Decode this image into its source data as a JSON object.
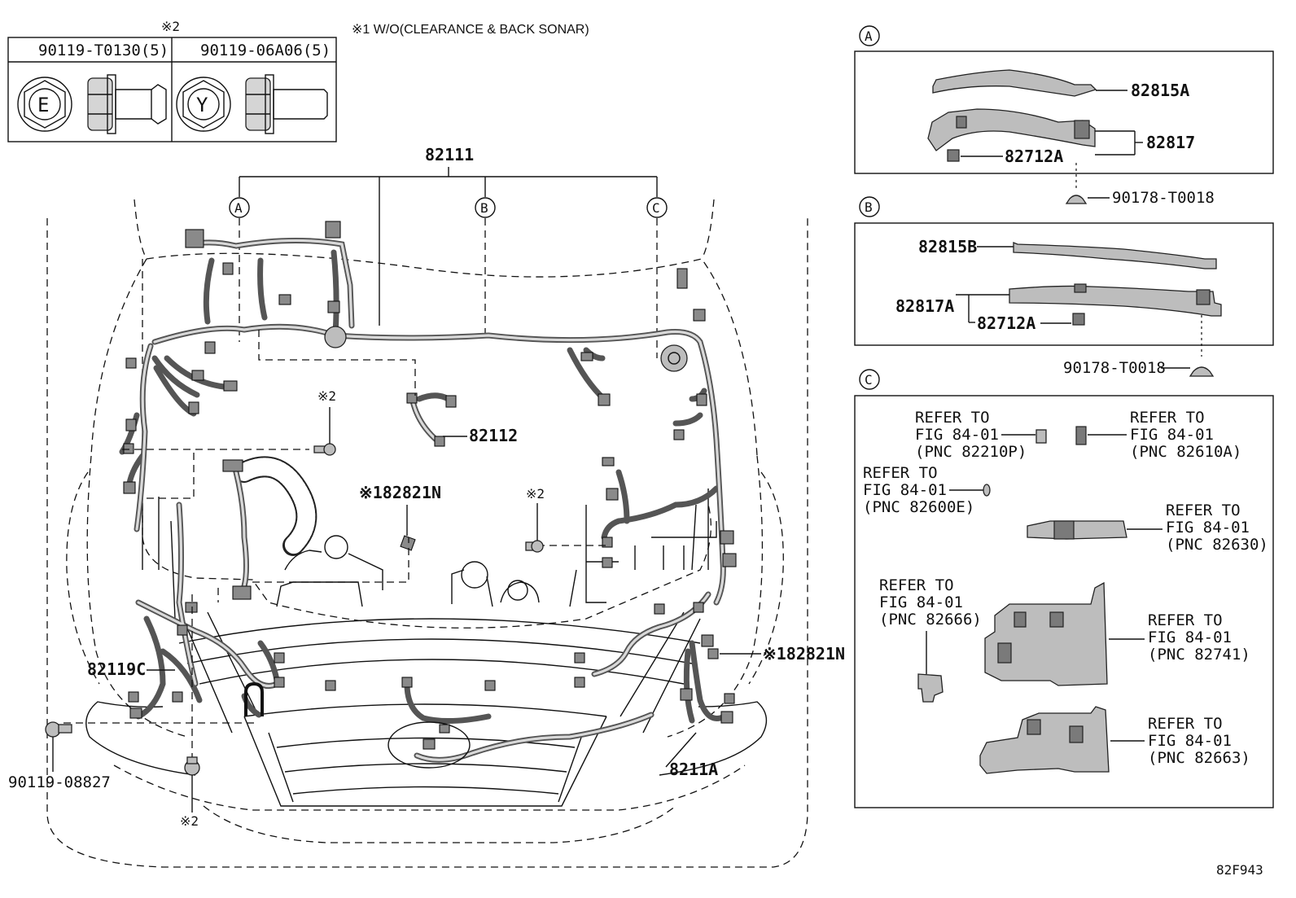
{
  "top_note": "※1 W/O(CLEARANCE & BACK SONAR)",
  "fastener_table": {
    "mark": "※2",
    "col1": {
      "part": "90119-T0130(5)",
      "letter": "E"
    },
    "col2": {
      "part": "90119-06A06(5)",
      "letter": "Y"
    }
  },
  "main": {
    "harness": "82111",
    "callouts": {
      "a": "A",
      "b": "B",
      "c": "C"
    },
    "sub_harness": "82112",
    "sensor_left": "※182821N",
    "sensor_right": "※182821N",
    "mark_bolt_top": "※2",
    "mark_bolt_mid": "※2",
    "mark_bolt_bottom": "※2",
    "part_82119c": "82119C",
    "part_8211a": "8211A",
    "bolt_left": "90119-08827"
  },
  "panel_a": {
    "label": "A",
    "p1": "82815A",
    "p2": "82817",
    "p3": "82712A",
    "clip": "90178-T0018"
  },
  "panel_b": {
    "label": "B",
    "p1": "82815B",
    "p2": "82817A",
    "p3": "82712A",
    "clip": "90178-T0018"
  },
  "panel_c": {
    "label": "C",
    "refs": [
      {
        "l1": "REFER TO",
        "l2": "FIG 84-01",
        "l3": "(PNC 82210P)"
      },
      {
        "l1": "REFER TO",
        "l2": "FIG 84-01",
        "l3": "(PNC 82610A)"
      },
      {
        "l1": "REFER TO",
        "l2": "FIG 84-01",
        "l3": "(PNC 82600E)"
      },
      {
        "l1": "REFER TO",
        "l2": "FIG 84-01",
        "l3": "(PNC 82630)"
      },
      {
        "l1": "REFER TO",
        "l2": "FIG 84-01",
        "l3": "(PNC 82666)"
      },
      {
        "l1": "REFER TO",
        "l2": "FIG 84-01",
        "l3": "(PNC 82741)"
      },
      {
        "l1": "REFER TO",
        "l2": "FIG 84-01",
        "l3": "(PNC 82663)"
      }
    ]
  },
  "figure_code": "82F943"
}
